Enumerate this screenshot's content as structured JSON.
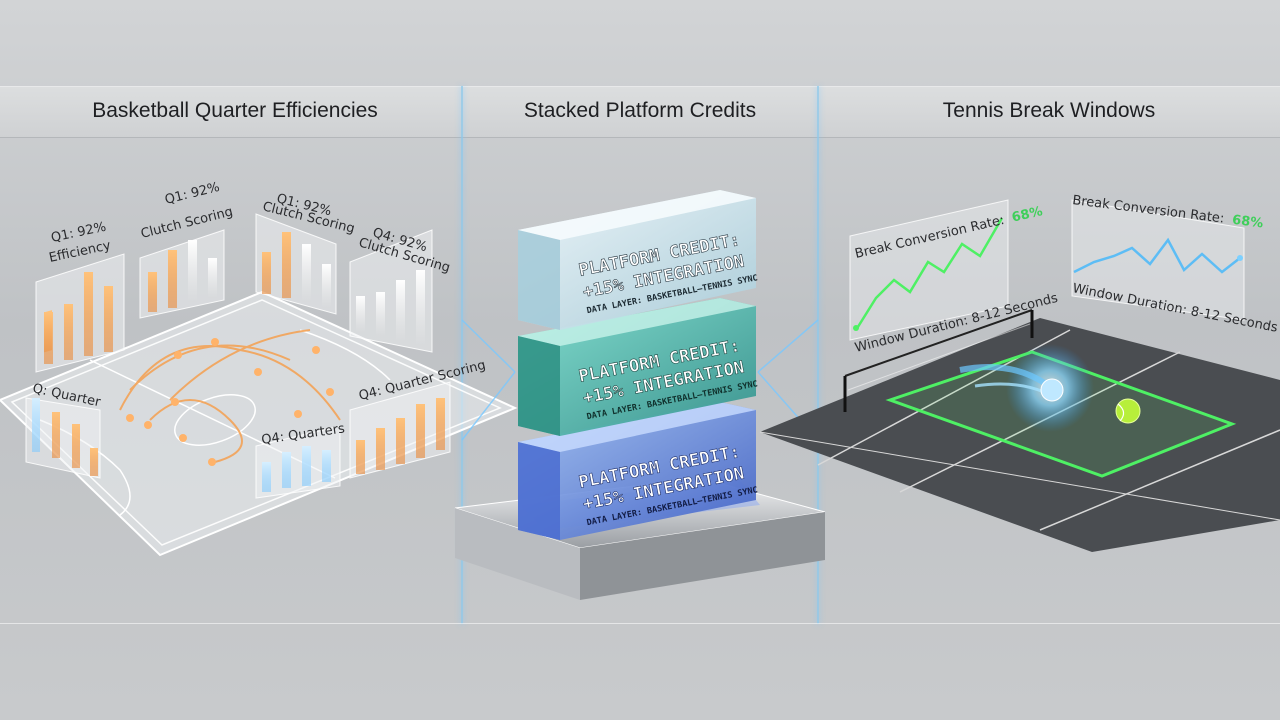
{
  "panels": {
    "basketball": {
      "title": "Basketball Quarter Efficiencies",
      "labels": {
        "q1_efficiency_value": "Q1: 92%",
        "q1_efficiency_label": "Efficiency",
        "q1_clutch_a_value": "Q1: 92%",
        "q1_clutch_a_label": "Clutch Scoring",
        "q1_clutch_b_value": "Q1: 92%",
        "q1_clutch_b_label": "Clutch Scoring",
        "q4_clutch_value": "Q4: 92%",
        "q4_clutch_label": "Clutch Scoring",
        "q_quarter": "Q: Quarter",
        "q4_quarters": "Q4: Quarters",
        "q4_quarter_scoring": "Q4: Quarter Scoring"
      }
    },
    "credits": {
      "title": "Stacked Platform Credits",
      "blocks": [
        {
          "line1": "PLATFORM CREDIT:",
          "line2": "+15% INTEGRATION",
          "line3": "DATA LAYER: BASKETBALL–TENNIS SYNC"
        },
        {
          "line1": "PLATFORM CREDIT:",
          "line2": "+15% INTEGRATION",
          "line3": "DATA LAYER: BASKETBALL–TENNIS SYNC"
        },
        {
          "line1": "PLATFORM CREDIT:",
          "line2": "+15% INTEGRATION",
          "line3": "DATA LAYER: BASKETBALL–TENNIS SYNC"
        }
      ]
    },
    "tennis": {
      "title": "Tennis Break Windows",
      "card_left": {
        "rate_label": "Break Conversion Rate:",
        "rate_value": "68%",
        "duration": "Window Duration: 8-12 Seconds"
      },
      "card_right": {
        "rate_label": "Break Conversion Rate:",
        "rate_value": "68%",
        "duration": "Window Duration: 8-12 Seconds"
      }
    }
  },
  "colors": {
    "orange_glow": "#f5a050",
    "blue_glow": "#7cc8ff",
    "green_glow": "#4ef064",
    "teal_block": "#3fb7a8",
    "blue_block": "#5d7fe0",
    "glass_block": "#c9e4ef"
  }
}
